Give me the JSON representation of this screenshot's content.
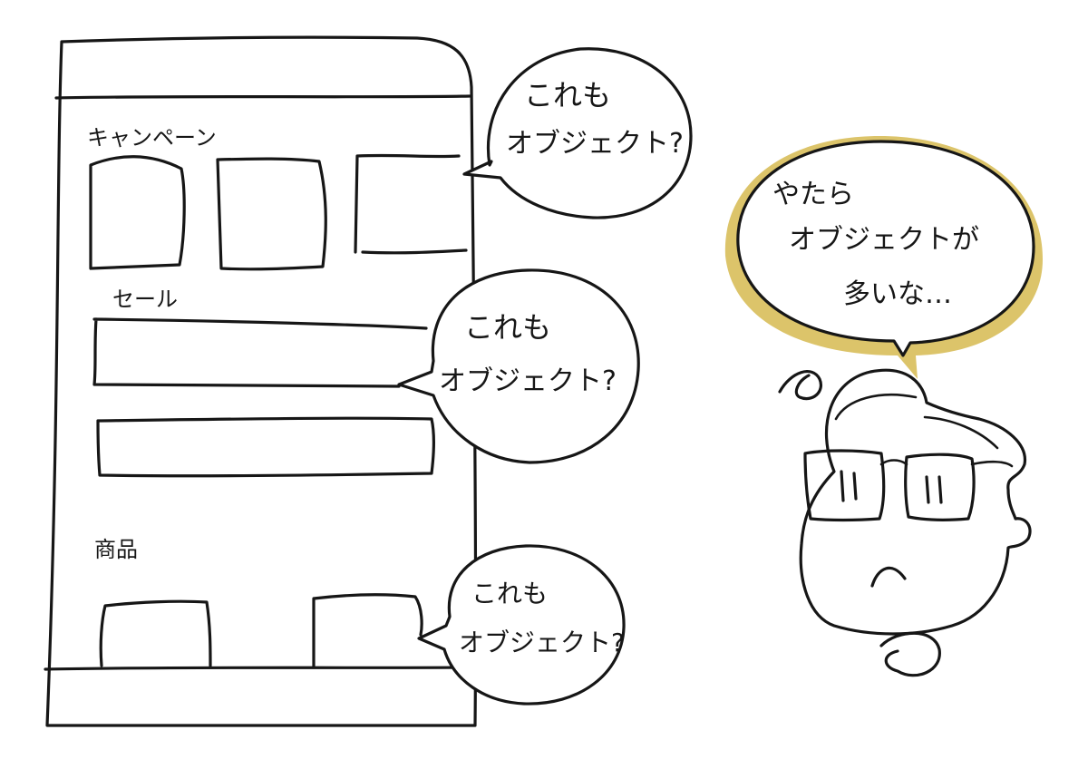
{
  "phone": {
    "sections": [
      {
        "id": "campaign",
        "label": "キャンペーン",
        "cards": 3
      },
      {
        "id": "sale",
        "label": "セール",
        "banners": 2
      },
      {
        "id": "products",
        "label": "商品",
        "cards": 2
      }
    ]
  },
  "bubbles": [
    {
      "id": "campaign-question",
      "line1": "これも",
      "line2": "オブジェクト?"
    },
    {
      "id": "sale-question",
      "line1": "これも",
      "line2": "オブジェクト?"
    },
    {
      "id": "products-question",
      "line1": "これも",
      "line2": "オブジェクト?"
    }
  ],
  "thought": {
    "line1": "やたら",
    "line2": "オブジェクトが",
    "line3": "多いな…",
    "shadow_color": "#dcc46a"
  },
  "character": {
    "expression": "confused",
    "icons": [
      "glasses-icon",
      "frown-mouth-icon",
      "hand-on-chin-icon",
      "hair-curl-icon"
    ]
  }
}
